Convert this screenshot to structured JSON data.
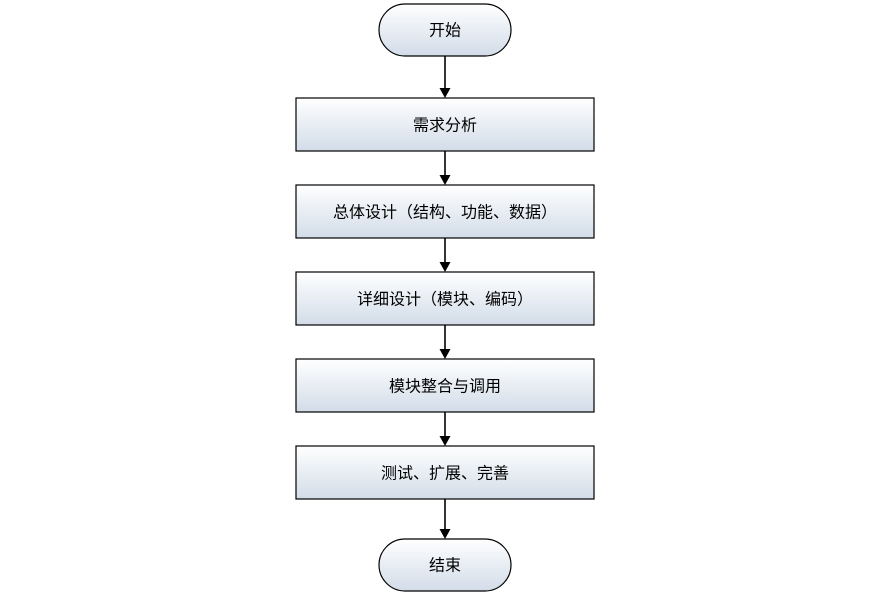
{
  "diagram": {
    "type": "flowchart",
    "colors": {
      "box_fill_top": "#ffffff",
      "box_fill_bottom": "#d2dce8",
      "stroke": "#000000",
      "text": "#000000"
    },
    "nodes": [
      {
        "id": "start",
        "shape": "terminal",
        "label": "开始"
      },
      {
        "id": "requirements",
        "shape": "process",
        "label": "需求分析"
      },
      {
        "id": "overall-design",
        "shape": "process",
        "label": "总体设计（结构、功能、数据）"
      },
      {
        "id": "detailed-design",
        "shape": "process",
        "label": "详细设计（模块、编码）"
      },
      {
        "id": "integration",
        "shape": "process",
        "label": "模块整合与调用"
      },
      {
        "id": "testing",
        "shape": "process",
        "label": "测试、扩展、完善"
      },
      {
        "id": "end",
        "shape": "terminal",
        "label": "结束"
      }
    ],
    "edges": [
      {
        "from": "start",
        "to": "requirements"
      },
      {
        "from": "requirements",
        "to": "overall-design"
      },
      {
        "from": "overall-design",
        "to": "detailed-design"
      },
      {
        "from": "detailed-design",
        "to": "integration"
      },
      {
        "from": "integration",
        "to": "testing"
      },
      {
        "from": "testing",
        "to": "end"
      }
    ]
  }
}
